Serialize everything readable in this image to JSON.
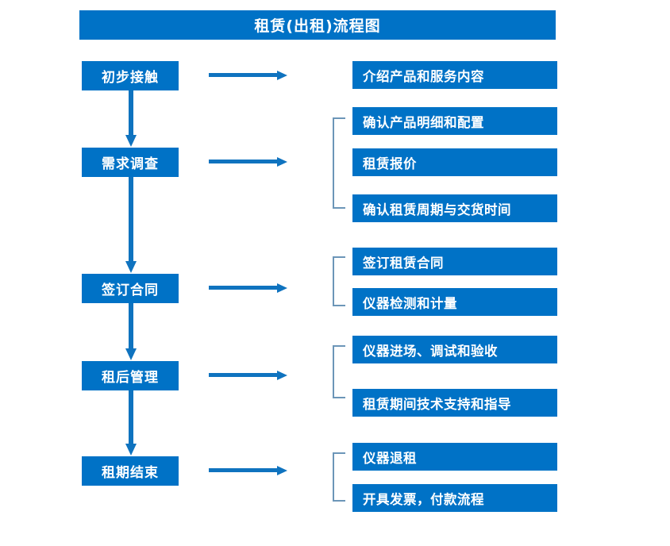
{
  "diagram": {
    "title": "租赁(出租)流程图",
    "colors": {
      "box_fill": "#0072C6",
      "box_text": "#FFFFFF",
      "arrow": "#0F73BF",
      "bracket": "#6C96B8",
      "background": "#FFFFFF"
    },
    "stages": [
      {
        "label": "初步接触",
        "arrow_name": "arrow-to-details-1",
        "details": [
          "介绍产品和服务内容"
        ],
        "bracketed": false
      },
      {
        "label": "需求调查",
        "arrow_name": "arrow-to-details-2",
        "details": [
          "确认产品明细和配置",
          "租赁报价",
          "确认租赁周期与交货时间"
        ],
        "bracketed": true
      },
      {
        "label": "签订合同",
        "arrow_name": "arrow-to-details-3",
        "details": [
          "签订租赁合同",
          "仪器检测和计量"
        ],
        "bracketed": true
      },
      {
        "label": "租后管理",
        "arrow_name": "arrow-to-details-4",
        "details": [
          "仪器进场、调试和验收",
          "租赁期间技术支持和指导"
        ],
        "bracketed": true
      },
      {
        "label": "租期结束",
        "arrow_name": "arrow-to-details-5",
        "details": [
          "仪器退租",
          "开具发票，付款流程"
        ],
        "bracketed": true
      }
    ],
    "flow_connectors": [
      "初步接触 → 需求调查",
      "需求调查 → 签订合同",
      "签订合同 → 租后管理",
      "租后管理 → 租期结束"
    ]
  }
}
